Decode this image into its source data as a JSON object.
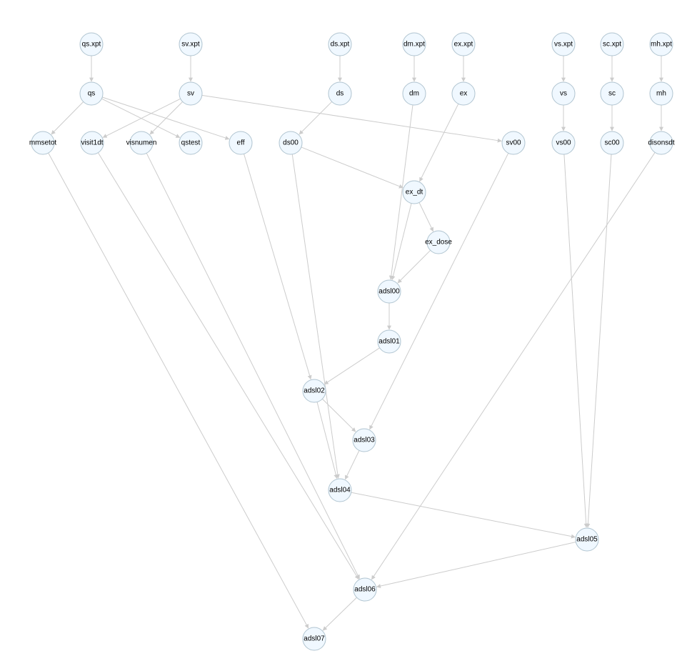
{
  "graph": {
    "nodes": [
      {
        "id": "qs.xpt",
        "label": "qs.xpt"
      },
      {
        "id": "sv.xpt",
        "label": "sv.xpt"
      },
      {
        "id": "ds.xpt",
        "label": "ds.xpt"
      },
      {
        "id": "dm.xpt",
        "label": "dm.xpt"
      },
      {
        "id": "ex.xpt",
        "label": "ex.xpt"
      },
      {
        "id": "vs.xpt",
        "label": "vs.xpt"
      },
      {
        "id": "sc.xpt",
        "label": "sc.xpt"
      },
      {
        "id": "mh.xpt",
        "label": "mh.xpt"
      },
      {
        "id": "qs",
        "label": "qs"
      },
      {
        "id": "sv",
        "label": "sv"
      },
      {
        "id": "ds",
        "label": "ds"
      },
      {
        "id": "dm",
        "label": "dm"
      },
      {
        "id": "ex",
        "label": "ex"
      },
      {
        "id": "vs",
        "label": "vs"
      },
      {
        "id": "sc",
        "label": "sc"
      },
      {
        "id": "mh",
        "label": "mh"
      },
      {
        "id": "mmsetot",
        "label": "mmsetot"
      },
      {
        "id": "visit1dt",
        "label": "visit1dt"
      },
      {
        "id": "visnumen",
        "label": "visnumen"
      },
      {
        "id": "qstest",
        "label": "qstest"
      },
      {
        "id": "eff",
        "label": "eff"
      },
      {
        "id": "ds00",
        "label": "ds00"
      },
      {
        "id": "sv00",
        "label": "sv00"
      },
      {
        "id": "vs00",
        "label": "vs00"
      },
      {
        "id": "sc00",
        "label": "sc00"
      },
      {
        "id": "disonsdt",
        "label": "disonsdt"
      },
      {
        "id": "ex_dt",
        "label": "ex_dt"
      },
      {
        "id": "ex_dose",
        "label": "ex_dose"
      },
      {
        "id": "adsl00",
        "label": "adsl00"
      },
      {
        "id": "adsl01",
        "label": "adsl01"
      },
      {
        "id": "adsl02",
        "label": "adsl02"
      },
      {
        "id": "adsl03",
        "label": "adsl03"
      },
      {
        "id": "adsl04",
        "label": "adsl04"
      },
      {
        "id": "adsl05",
        "label": "adsl05"
      },
      {
        "id": "adsl06",
        "label": "adsl06"
      },
      {
        "id": "adsl07",
        "label": "adsl07"
      }
    ],
    "edges": [
      [
        "qs.xpt",
        "qs"
      ],
      [
        "sv.xpt",
        "sv"
      ],
      [
        "ds.xpt",
        "ds"
      ],
      [
        "dm.xpt",
        "dm"
      ],
      [
        "ex.xpt",
        "ex"
      ],
      [
        "vs.xpt",
        "vs"
      ],
      [
        "sc.xpt",
        "sc"
      ],
      [
        "mh.xpt",
        "mh"
      ],
      [
        "qs",
        "mmsetot"
      ],
      [
        "qs",
        "qstest"
      ],
      [
        "qs",
        "eff"
      ],
      [
        "sv",
        "visit1dt"
      ],
      [
        "sv",
        "visnumen"
      ],
      [
        "sv",
        "sv00"
      ],
      [
        "ds",
        "ds00"
      ],
      [
        "vs",
        "vs00"
      ],
      [
        "sc",
        "sc00"
      ],
      [
        "mh",
        "disonsdt"
      ],
      [
        "ds00",
        "ex_dt"
      ],
      [
        "ex",
        "ex_dt"
      ],
      [
        "ex_dt",
        "ex_dose"
      ],
      [
        "ex_dt",
        "adsl00"
      ],
      [
        "dm",
        "adsl00"
      ],
      [
        "ex_dose",
        "adsl00"
      ],
      [
        "adsl00",
        "adsl01"
      ],
      [
        "adsl01",
        "adsl02"
      ],
      [
        "eff",
        "adsl02"
      ],
      [
        "adsl02",
        "adsl03"
      ],
      [
        "sv00",
        "adsl03"
      ],
      [
        "adsl03",
        "adsl04"
      ],
      [
        "ds00",
        "adsl04"
      ],
      [
        "adsl02",
        "adsl04"
      ],
      [
        "adsl04",
        "adsl05"
      ],
      [
        "vs00",
        "adsl05"
      ],
      [
        "sc00",
        "adsl05"
      ],
      [
        "adsl05",
        "adsl06"
      ],
      [
        "visit1dt",
        "adsl06"
      ],
      [
        "visnumen",
        "adsl06"
      ],
      [
        "disonsdt",
        "adsl06"
      ],
      [
        "adsl06",
        "adsl07"
      ],
      [
        "mmsetot",
        "adsl07"
      ]
    ]
  }
}
